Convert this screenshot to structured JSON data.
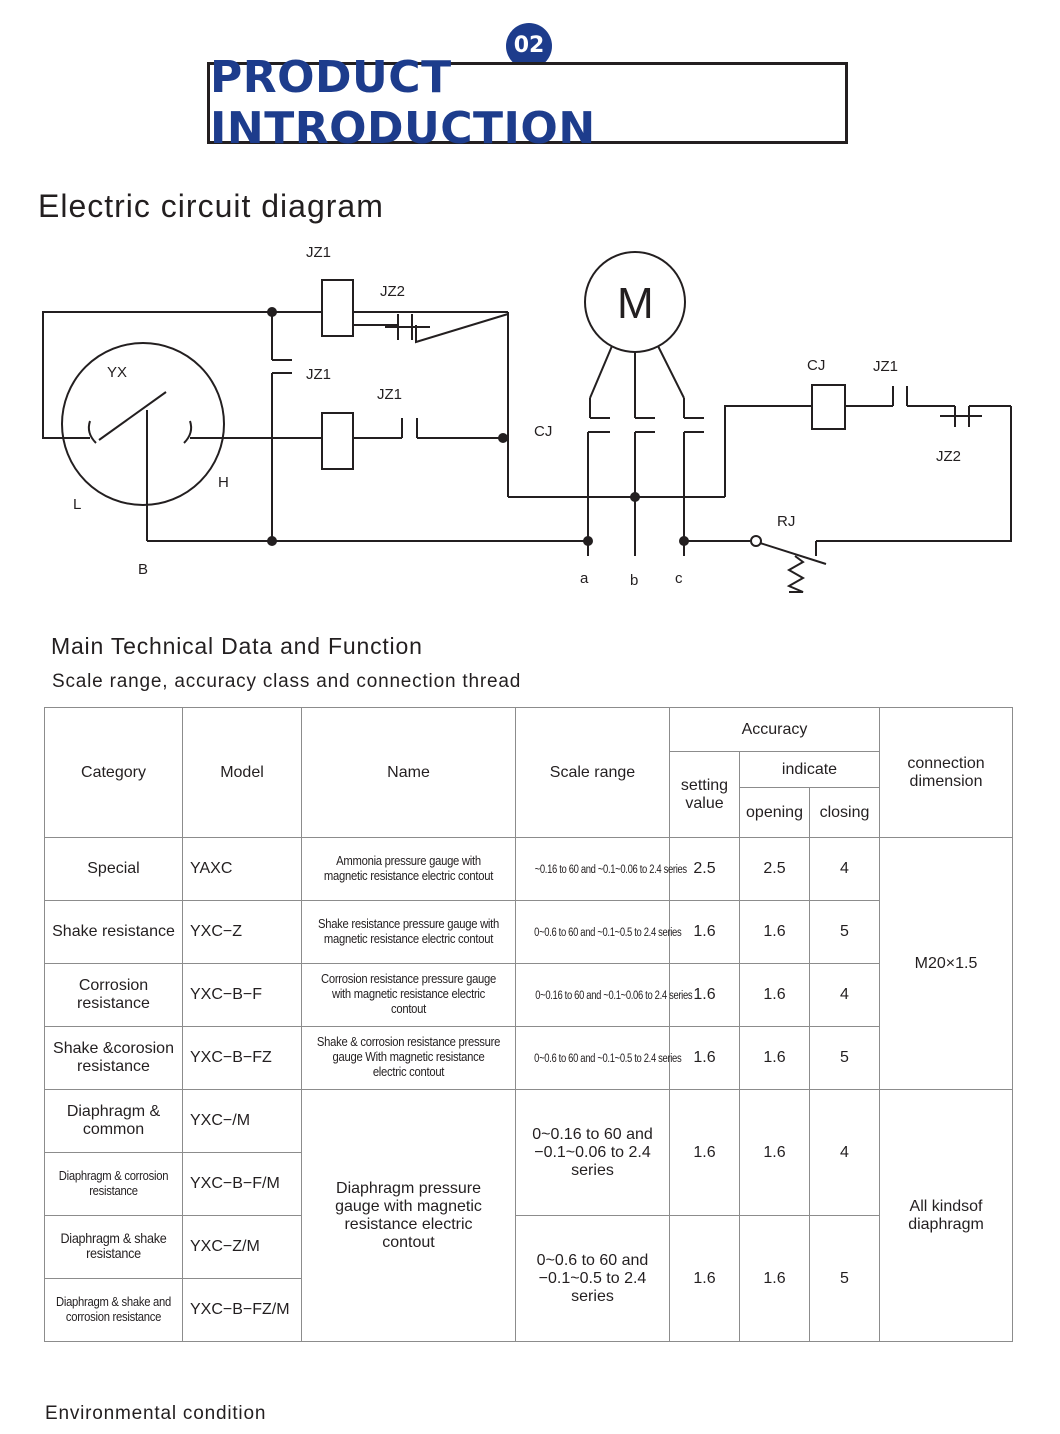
{
  "header": {
    "badge": "02",
    "title": "PRODUCT INTRODUCTION"
  },
  "circuit": {
    "heading": "Electric circuit diagram",
    "labels": {
      "jz1_top": "JZ1",
      "jz2_top": "JZ2",
      "jz1_mid": "JZ1",
      "jz1_low": "JZ1",
      "yx": "YX",
      "h": "H",
      "l": "L",
      "b": "B",
      "cj_left": "CJ",
      "motor": "M",
      "cj_right": "CJ",
      "jz1_right": "JZ1",
      "jz2_right": "JZ2",
      "rj": "RJ",
      "a": "a",
      "b_phase": "b",
      "c": "c"
    }
  },
  "tech": {
    "heading": "Main Technical Data and Function",
    "subheading": "Scale range, accuracy class and connection thread",
    "headers": {
      "category": "Category",
      "model": "Model",
      "name": "Name",
      "scale_range": "Scale range",
      "accuracy": "Accuracy",
      "setting_value": "setting value",
      "indicate": "indicate",
      "opening": "opening",
      "closing": "closing",
      "connection": "connection dimension"
    },
    "rows": [
      {
        "category": "Special",
        "model": "YAXC",
        "name": "Ammonia pressure gauge with magnetic resistance electric contout",
        "scale": "~0.16 to 60 and ~0.1~0.06 to 2.4 series",
        "setting": "2.5",
        "opening": "2.5",
        "closing": "4"
      },
      {
        "category": "Shake resistance",
        "model": "YXC−Z",
        "name": "Shake resistance pressure gauge with magnetic resistance electric contout",
        "scale": "0~0.6 to 60 and ~0.1~0.5 to 2.4 series",
        "setting": "1.6",
        "opening": "1.6",
        "closing": "5"
      },
      {
        "category": "Corrosion resistance",
        "model": "YXC−B−F",
        "name": "Corrosion resistance pressure gauge with magnetic resistance electric contout",
        "scale": "0~0.16 to 60 and ~0.1~0.06 to 2.4 series",
        "setting": "1.6",
        "opening": "1.6",
        "closing": "4"
      },
      {
        "category": "Shake &corosion resistance",
        "model": "YXC−B−FZ",
        "name": "Shake & corrosion resistance pressure gauge With magnetic resistance electric contout",
        "scale": "0~0.6 to 60 and ~0.1~0.5 to 2.4 series",
        "setting": "1.6",
        "opening": "1.6",
        "closing": "5"
      },
      {
        "category": "Diaphragm & common",
        "model": "YXC−/M"
      },
      {
        "category": "Diaphragm & corrosion resistance",
        "model": "YXC−B−F/M"
      },
      {
        "category": "Diaphragm & shake resistance",
        "model": "YXC−Z/M"
      },
      {
        "category": "Diaphragm & shake and corrosion resistance",
        "model": "YXC−B−FZ/M"
      }
    ],
    "connection_group1": "M20×1.5",
    "diaphragm_name": "Diaphragm pressure gauge with magnetic resistance electric contout",
    "diaphragm_group1": {
      "scale": "0~0.16 to 60 and −0.1~0.06 to 2.4 series",
      "setting": "1.6",
      "opening": "1.6",
      "closing": "4"
    },
    "diaphragm_group2": {
      "scale": "0~0.6 to 60 and −0.1~0.5 to 2.4 series",
      "setting": "1.6",
      "opening": "1.6",
      "closing": "5"
    },
    "connection_group2": "All kindsof diaphragm"
  },
  "environment": {
    "heading": "Environmental condition"
  }
}
